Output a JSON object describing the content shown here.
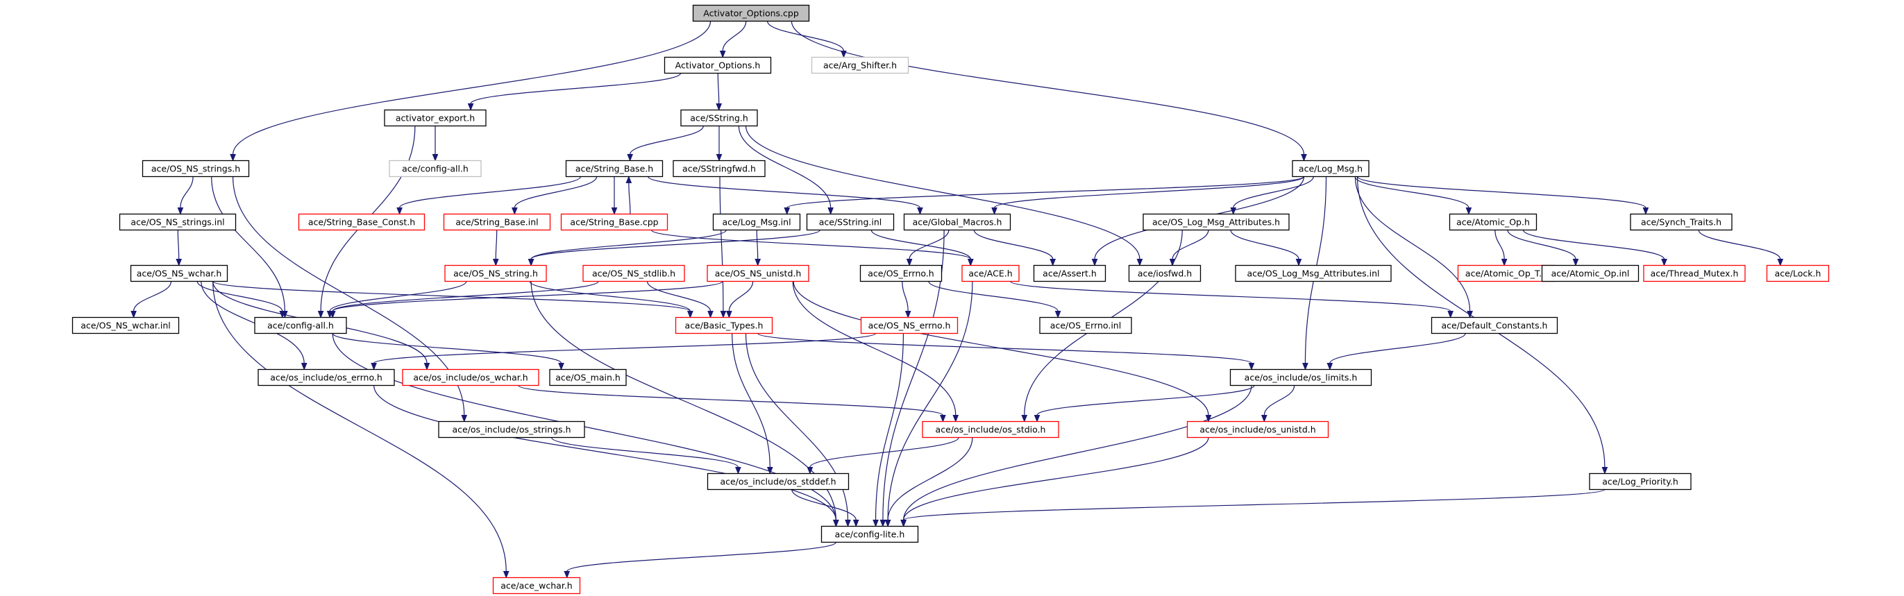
{
  "graph": {
    "nodes": [
      {
        "id": "root",
        "label": "Activator_Options.cpp",
        "style": "root"
      },
      {
        "id": "activator_options_h",
        "label": "Activator_Options.h",
        "style": "black"
      },
      {
        "id": "arg_shifter",
        "label": "ace/Arg_Shifter.h",
        "style": "grey"
      },
      {
        "id": "activator_export",
        "label": "activator_export.h",
        "style": "black"
      },
      {
        "id": "sstring",
        "label": "ace/SString.h",
        "style": "black"
      },
      {
        "id": "config_all_grey",
        "label": "ace/config-all.h",
        "style": "grey"
      },
      {
        "id": "os_ns_strings_h",
        "label": "ace/OS_NS_strings.h",
        "style": "black"
      },
      {
        "id": "string_base_h",
        "label": "ace/String_Base.h",
        "style": "black"
      },
      {
        "id": "sstringfwd",
        "label": "ace/SStringfwd.h",
        "style": "black"
      },
      {
        "id": "log_msg_h",
        "label": "ace/Log_Msg.h",
        "style": "black"
      },
      {
        "id": "os_ns_strings_inl",
        "label": "ace/OS_NS_strings.inl",
        "style": "black"
      },
      {
        "id": "string_base_const",
        "label": "ace/String_Base_Const.h",
        "style": "red"
      },
      {
        "id": "string_base_inl",
        "label": "ace/String_Base.inl",
        "style": "red"
      },
      {
        "id": "string_base_cpp",
        "label": "ace/String_Base.cpp",
        "style": "red"
      },
      {
        "id": "log_msg_inl",
        "label": "ace/Log_Msg.inl",
        "style": "black"
      },
      {
        "id": "sstring_inl",
        "label": "ace/SString.inl",
        "style": "black"
      },
      {
        "id": "global_macros",
        "label": "ace/Global_Macros.h",
        "style": "black"
      },
      {
        "id": "os_log_msg_attr",
        "label": "ace/OS_Log_Msg_Attributes.h",
        "style": "black"
      },
      {
        "id": "atomic_op_h",
        "label": "ace/Atomic_Op.h",
        "style": "black"
      },
      {
        "id": "synch_traits",
        "label": "ace/Synch_Traits.h",
        "style": "black"
      },
      {
        "id": "os_ns_wchar_h",
        "label": "ace/OS_NS_wchar.h",
        "style": "black"
      },
      {
        "id": "os_ns_string_h",
        "label": "ace/OS_NS_string.h",
        "style": "red"
      },
      {
        "id": "os_ns_stdlib",
        "label": "ace/OS_NS_stdlib.h",
        "style": "red"
      },
      {
        "id": "os_ns_unistd",
        "label": "ace/OS_NS_unistd.h",
        "style": "red"
      },
      {
        "id": "os_errno_h",
        "label": "ace/OS_Errno.h",
        "style": "black"
      },
      {
        "id": "ace_h",
        "label": "ace/ACE.h",
        "style": "red"
      },
      {
        "id": "assert_h",
        "label": "ace/Assert.h",
        "style": "black"
      },
      {
        "id": "iosfwd",
        "label": "ace/iosfwd.h",
        "style": "black"
      },
      {
        "id": "os_log_msg_attr_inl",
        "label": "ace/OS_Log_Msg_Attributes.inl",
        "style": "black"
      },
      {
        "id": "atomic_op_t",
        "label": "ace/Atomic_Op_T.h",
        "style": "red"
      },
      {
        "id": "atomic_op_inl",
        "label": "ace/Atomic_Op.inl",
        "style": "black"
      },
      {
        "id": "thread_mutex",
        "label": "ace/Thread_Mutex.h",
        "style": "red"
      },
      {
        "id": "lock_h",
        "label": "ace/Lock.h",
        "style": "red"
      },
      {
        "id": "os_ns_wchar_inl",
        "label": "ace/OS_NS_wchar.inl",
        "style": "black"
      },
      {
        "id": "config_all",
        "label": "ace/config-all.h",
        "style": "black"
      },
      {
        "id": "basic_types",
        "label": "ace/Basic_Types.h",
        "style": "red"
      },
      {
        "id": "os_ns_errno",
        "label": "ace/OS_NS_errno.h",
        "style": "red"
      },
      {
        "id": "os_errno_inl",
        "label": "ace/OS_Errno.inl",
        "style": "black"
      },
      {
        "id": "default_constants",
        "label": "ace/Default_Constants.h",
        "style": "black"
      },
      {
        "id": "os_include_errno",
        "label": "ace/os_include/os_errno.h",
        "style": "black"
      },
      {
        "id": "os_include_wchar",
        "label": "ace/os_include/os_wchar.h",
        "style": "red"
      },
      {
        "id": "os_main",
        "label": "ace/OS_main.h",
        "style": "black"
      },
      {
        "id": "os_include_limits",
        "label": "ace/os_include/os_limits.h",
        "style": "black"
      },
      {
        "id": "os_include_strings",
        "label": "ace/os_include/os_strings.h",
        "style": "black"
      },
      {
        "id": "os_include_stdio",
        "label": "ace/os_include/os_stdio.h",
        "style": "red"
      },
      {
        "id": "os_include_unistd",
        "label": "ace/os_include/os_unistd.h",
        "style": "red"
      },
      {
        "id": "os_include_stddef",
        "label": "ace/os_include/os_stddef.h",
        "style": "black"
      },
      {
        "id": "log_priority",
        "label": "ace/Log_Priority.h",
        "style": "black"
      },
      {
        "id": "config_lite",
        "label": "ace/config-lite.h",
        "style": "black"
      },
      {
        "id": "ace_wchar",
        "label": "ace/ace_wchar.h",
        "style": "red"
      }
    ],
    "edges": [
      [
        "root",
        "activator_options_h"
      ],
      [
        "root",
        "arg_shifter"
      ],
      [
        "root",
        "os_ns_strings_h"
      ],
      [
        "root",
        "log_msg_h"
      ],
      [
        "activator_options_h",
        "activator_export"
      ],
      [
        "activator_options_h",
        "sstring"
      ],
      [
        "activator_export",
        "config_all_grey"
      ],
      [
        "activator_export",
        "config_all"
      ],
      [
        "sstring",
        "string_base_h"
      ],
      [
        "sstring",
        "sstringfwd"
      ],
      [
        "sstring",
        "sstring_inl"
      ],
      [
        "sstring",
        "iosfwd"
      ],
      [
        "sstringfwd",
        "basic_types"
      ],
      [
        "string_base_h",
        "string_base_const"
      ],
      [
        "string_base_h",
        "string_base_inl"
      ],
      [
        "string_base_h",
        "string_base_cpp"
      ],
      [
        "string_base_h",
        "global_macros"
      ],
      [
        "string_base_cpp",
        "string_base_h"
      ],
      [
        "string_base_cpp",
        "ace_h"
      ],
      [
        "string_base_inl",
        "os_ns_string_h"
      ],
      [
        "sstring_inl",
        "os_ns_string_h"
      ],
      [
        "sstring_inl",
        "ace_h"
      ],
      [
        "log_msg_h",
        "log_msg_inl"
      ],
      [
        "log_msg_h",
        "global_macros"
      ],
      [
        "log_msg_h",
        "assert_h"
      ],
      [
        "log_msg_h",
        "os_log_msg_attr"
      ],
      [
        "log_msg_h",
        "atomic_op_h"
      ],
      [
        "log_msg_h",
        "synch_traits"
      ],
      [
        "log_msg_h",
        "default_constants"
      ],
      [
        "log_msg_h",
        "os_include_limits"
      ],
      [
        "log_msg_h",
        "log_priority"
      ],
      [
        "log_msg_inl",
        "os_ns_string_h"
      ],
      [
        "log_msg_inl",
        "os_ns_unistd"
      ],
      [
        "global_macros",
        "config_lite"
      ],
      [
        "global_macros",
        "os_errno_h"
      ],
      [
        "global_macros",
        "assert_h"
      ],
      [
        "os_log_msg_attr",
        "iosfwd"
      ],
      [
        "os_log_msg_attr",
        "os_log_msg_attr_inl"
      ],
      [
        "os_log_msg_attr",
        "os_include_stdio"
      ],
      [
        "atomic_op_h",
        "atomic_op_t"
      ],
      [
        "atomic_op_h",
        "atomic_op_inl"
      ],
      [
        "atomic_op_h",
        "thread_mutex"
      ],
      [
        "synch_traits",
        "lock_h"
      ],
      [
        "os_ns_strings_h",
        "os_ns_strings_inl"
      ],
      [
        "os_ns_strings_h",
        "config_all"
      ],
      [
        "os_ns_strings_h",
        "os_include_strings"
      ],
      [
        "os_ns_strings_inl",
        "os_ns_wchar_h"
      ],
      [
        "os_ns_wchar_h",
        "os_ns_wchar_inl"
      ],
      [
        "os_ns_wchar_h",
        "config_all"
      ],
      [
        "os_ns_wchar_h",
        "basic_types"
      ],
      [
        "os_ns_wchar_h",
        "os_include_errno"
      ],
      [
        "os_ns_wchar_h",
        "os_include_wchar"
      ],
      [
        "os_ns_wchar_h",
        "ace_wchar"
      ],
      [
        "os_ns_string_h",
        "config_all"
      ],
      [
        "os_ns_string_h",
        "basic_types"
      ],
      [
        "os_ns_string_h",
        "config_lite"
      ],
      [
        "os_ns_stdlib",
        "config_all"
      ],
      [
        "os_ns_stdlib",
        "basic_types"
      ],
      [
        "os_ns_unistd",
        "basic_types"
      ],
      [
        "os_ns_unistd",
        "config_all"
      ],
      [
        "os_ns_unistd",
        "os_include_stdio"
      ],
      [
        "os_ns_unistd",
        "os_include_unistd"
      ],
      [
        "os_errno_h",
        "os_ns_errno"
      ],
      [
        "os_errno_h",
        "os_errno_inl"
      ],
      [
        "os_ns_errno",
        "os_include_errno"
      ],
      [
        "os_ns_errno",
        "config_lite"
      ],
      [
        "ace_h",
        "default_constants"
      ],
      [
        "ace_h",
        "config_lite"
      ],
      [
        "config_all",
        "os_main"
      ],
      [
        "config_all",
        "config_lite"
      ],
      [
        "basic_types",
        "os_include_limits"
      ],
      [
        "basic_types",
        "os_include_stddef"
      ],
      [
        "basic_types",
        "config_lite"
      ],
      [
        "default_constants",
        "os_include_limits"
      ],
      [
        "os_include_limits",
        "os_include_stdio"
      ],
      [
        "os_include_limits",
        "os_include_unistd"
      ],
      [
        "os_include_limits",
        "config_lite"
      ],
      [
        "os_include_errno",
        "config_lite"
      ],
      [
        "os_include_wchar",
        "os_include_stdio"
      ],
      [
        "os_include_strings",
        "os_include_stddef"
      ],
      [
        "os_include_stdio",
        "os_include_stddef"
      ],
      [
        "os_include_stdio",
        "config_lite"
      ],
      [
        "os_include_unistd",
        "config_lite"
      ],
      [
        "os_include_stddef",
        "config_lite"
      ],
      [
        "log_priority",
        "config_lite"
      ],
      [
        "config_lite",
        "ace_wchar"
      ]
    ]
  }
}
